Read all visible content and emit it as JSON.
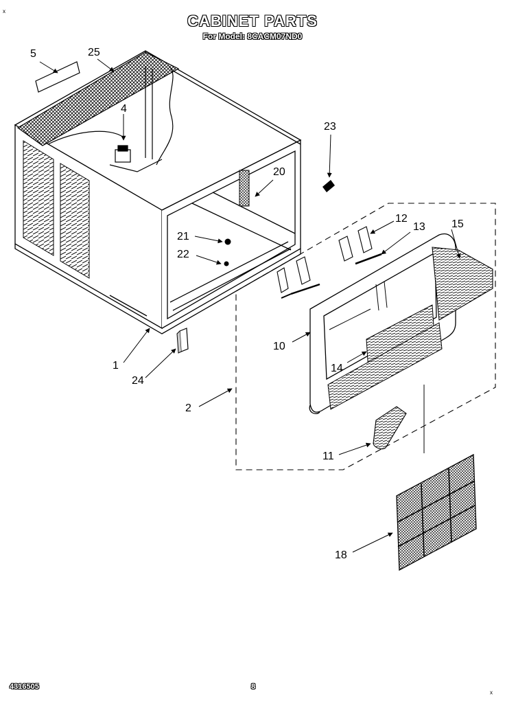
{
  "header": {
    "title": "CABINET PARTS",
    "subtitle": "For Model: 8CACM07ND0"
  },
  "callouts": {
    "c1": "1",
    "c2": "2",
    "c4": "4",
    "c5": "5",
    "c10": "10",
    "c11": "11",
    "c12": "12",
    "c13": "13",
    "c14": "14",
    "c15": "15",
    "c18": "18",
    "c20": "20",
    "c21": "21",
    "c22": "22",
    "c23": "23",
    "c24": "24",
    "c25": "25"
  },
  "footer": {
    "doc_number": "4316505",
    "page_number": "8"
  },
  "marks": {
    "corner": "x"
  }
}
